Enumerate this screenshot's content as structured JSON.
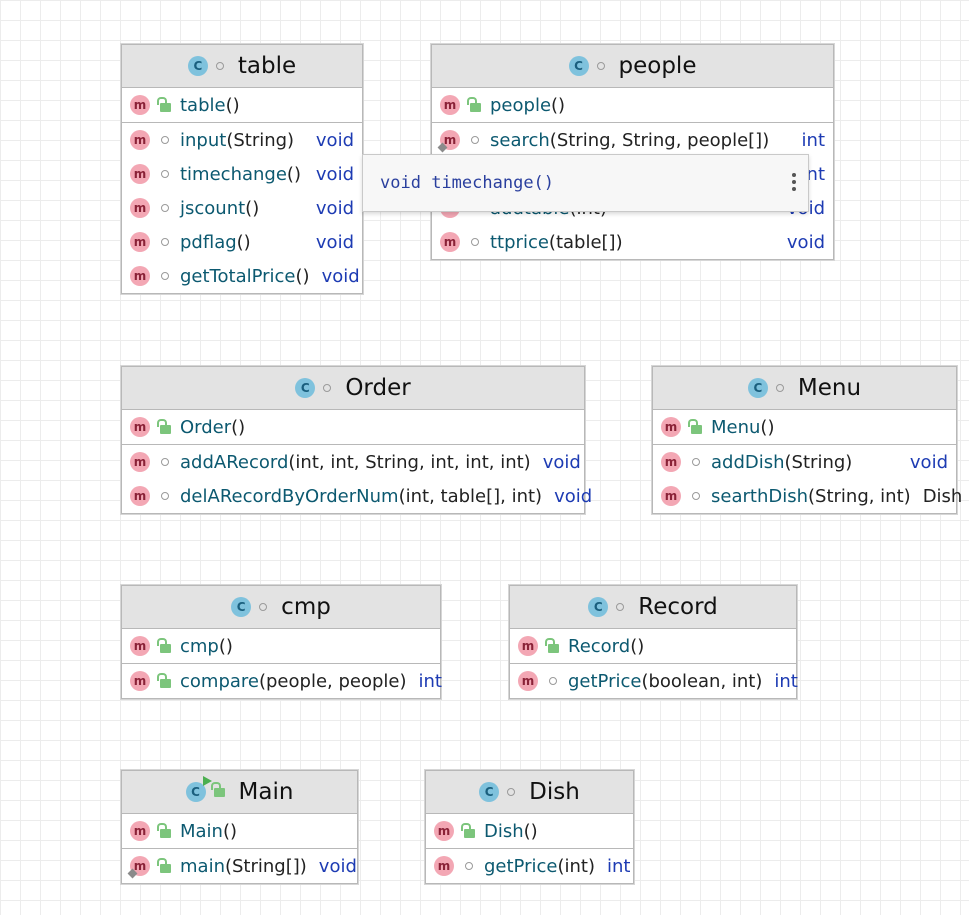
{
  "tooltip": {
    "keyword": "void",
    "method": "timechange()"
  },
  "classes": {
    "table": {
      "name": "table",
      "rows": [
        {
          "name": "table",
          "params": "()",
          "ret": ""
        },
        {
          "name": "input",
          "params": "(String)",
          "ret": "void"
        },
        {
          "name": "timechange",
          "params": "()",
          "ret": "void"
        },
        {
          "name": "jscount",
          "params": "()",
          "ret": "void"
        },
        {
          "name": "pdflag",
          "params": "()",
          "ret": "void"
        },
        {
          "name": "getTotalPrice",
          "params": "()",
          "ret": "void"
        }
      ]
    },
    "people": {
      "name": "people",
      "rows": [
        {
          "name": "people",
          "params": "()",
          "ret": ""
        },
        {
          "name": "search",
          "params": "(String, String, people[])",
          "ret": "int"
        },
        {
          "name": "",
          "params": "",
          "ret": "int"
        },
        {
          "name": "addtable",
          "params": "(int)",
          "ret": "void"
        },
        {
          "name": "ttprice",
          "params": "(table[])",
          "ret": "void"
        }
      ]
    },
    "order": {
      "name": "Order",
      "rows": [
        {
          "name": "Order",
          "params": "()",
          "ret": ""
        },
        {
          "name": "addARecord",
          "params": "(int, int, String, int, int, int)",
          "ret": "void"
        },
        {
          "name": "delARecordByOrderNum",
          "params": "(int, table[], int)",
          "ret": "void"
        }
      ]
    },
    "menu": {
      "name": "Menu",
      "rows": [
        {
          "name": "Menu",
          "params": "()",
          "ret": ""
        },
        {
          "name": "addDish",
          "params": "(String)",
          "ret": "void"
        },
        {
          "name": "searthDish",
          "params": "(String, int)",
          "ret": "Dish"
        }
      ]
    },
    "cmp": {
      "name": "cmp",
      "rows": [
        {
          "name": "cmp",
          "params": "()",
          "ret": ""
        },
        {
          "name": "compare",
          "params": "(people, people)",
          "ret": "int"
        }
      ]
    },
    "record": {
      "name": "Record",
      "rows": [
        {
          "name": "Record",
          "params": "()",
          "ret": ""
        },
        {
          "name": "getPrice",
          "params": "(boolean, int)",
          "ret": "int"
        }
      ]
    },
    "main": {
      "name": "Main",
      "rows": [
        {
          "name": "Main",
          "params": "()",
          "ret": ""
        },
        {
          "name": "main",
          "params": "(String[])",
          "ret": "void"
        }
      ]
    },
    "dish": {
      "name": "Dish",
      "rows": [
        {
          "name": "Dish",
          "params": "()",
          "ret": ""
        },
        {
          "name": "getPrice",
          "params": "(int)",
          "ret": "int"
        }
      ]
    }
  },
  "icons": {
    "class": "C",
    "method": "m"
  },
  "colors": {
    "class_icon": "#7fc2dd",
    "method_icon": "#f3a7b4",
    "public_lock": "#7cc57c",
    "keyword": "#1d3bb3",
    "method_name": "#0c5970",
    "header_bg": "#e3e3e3"
  }
}
